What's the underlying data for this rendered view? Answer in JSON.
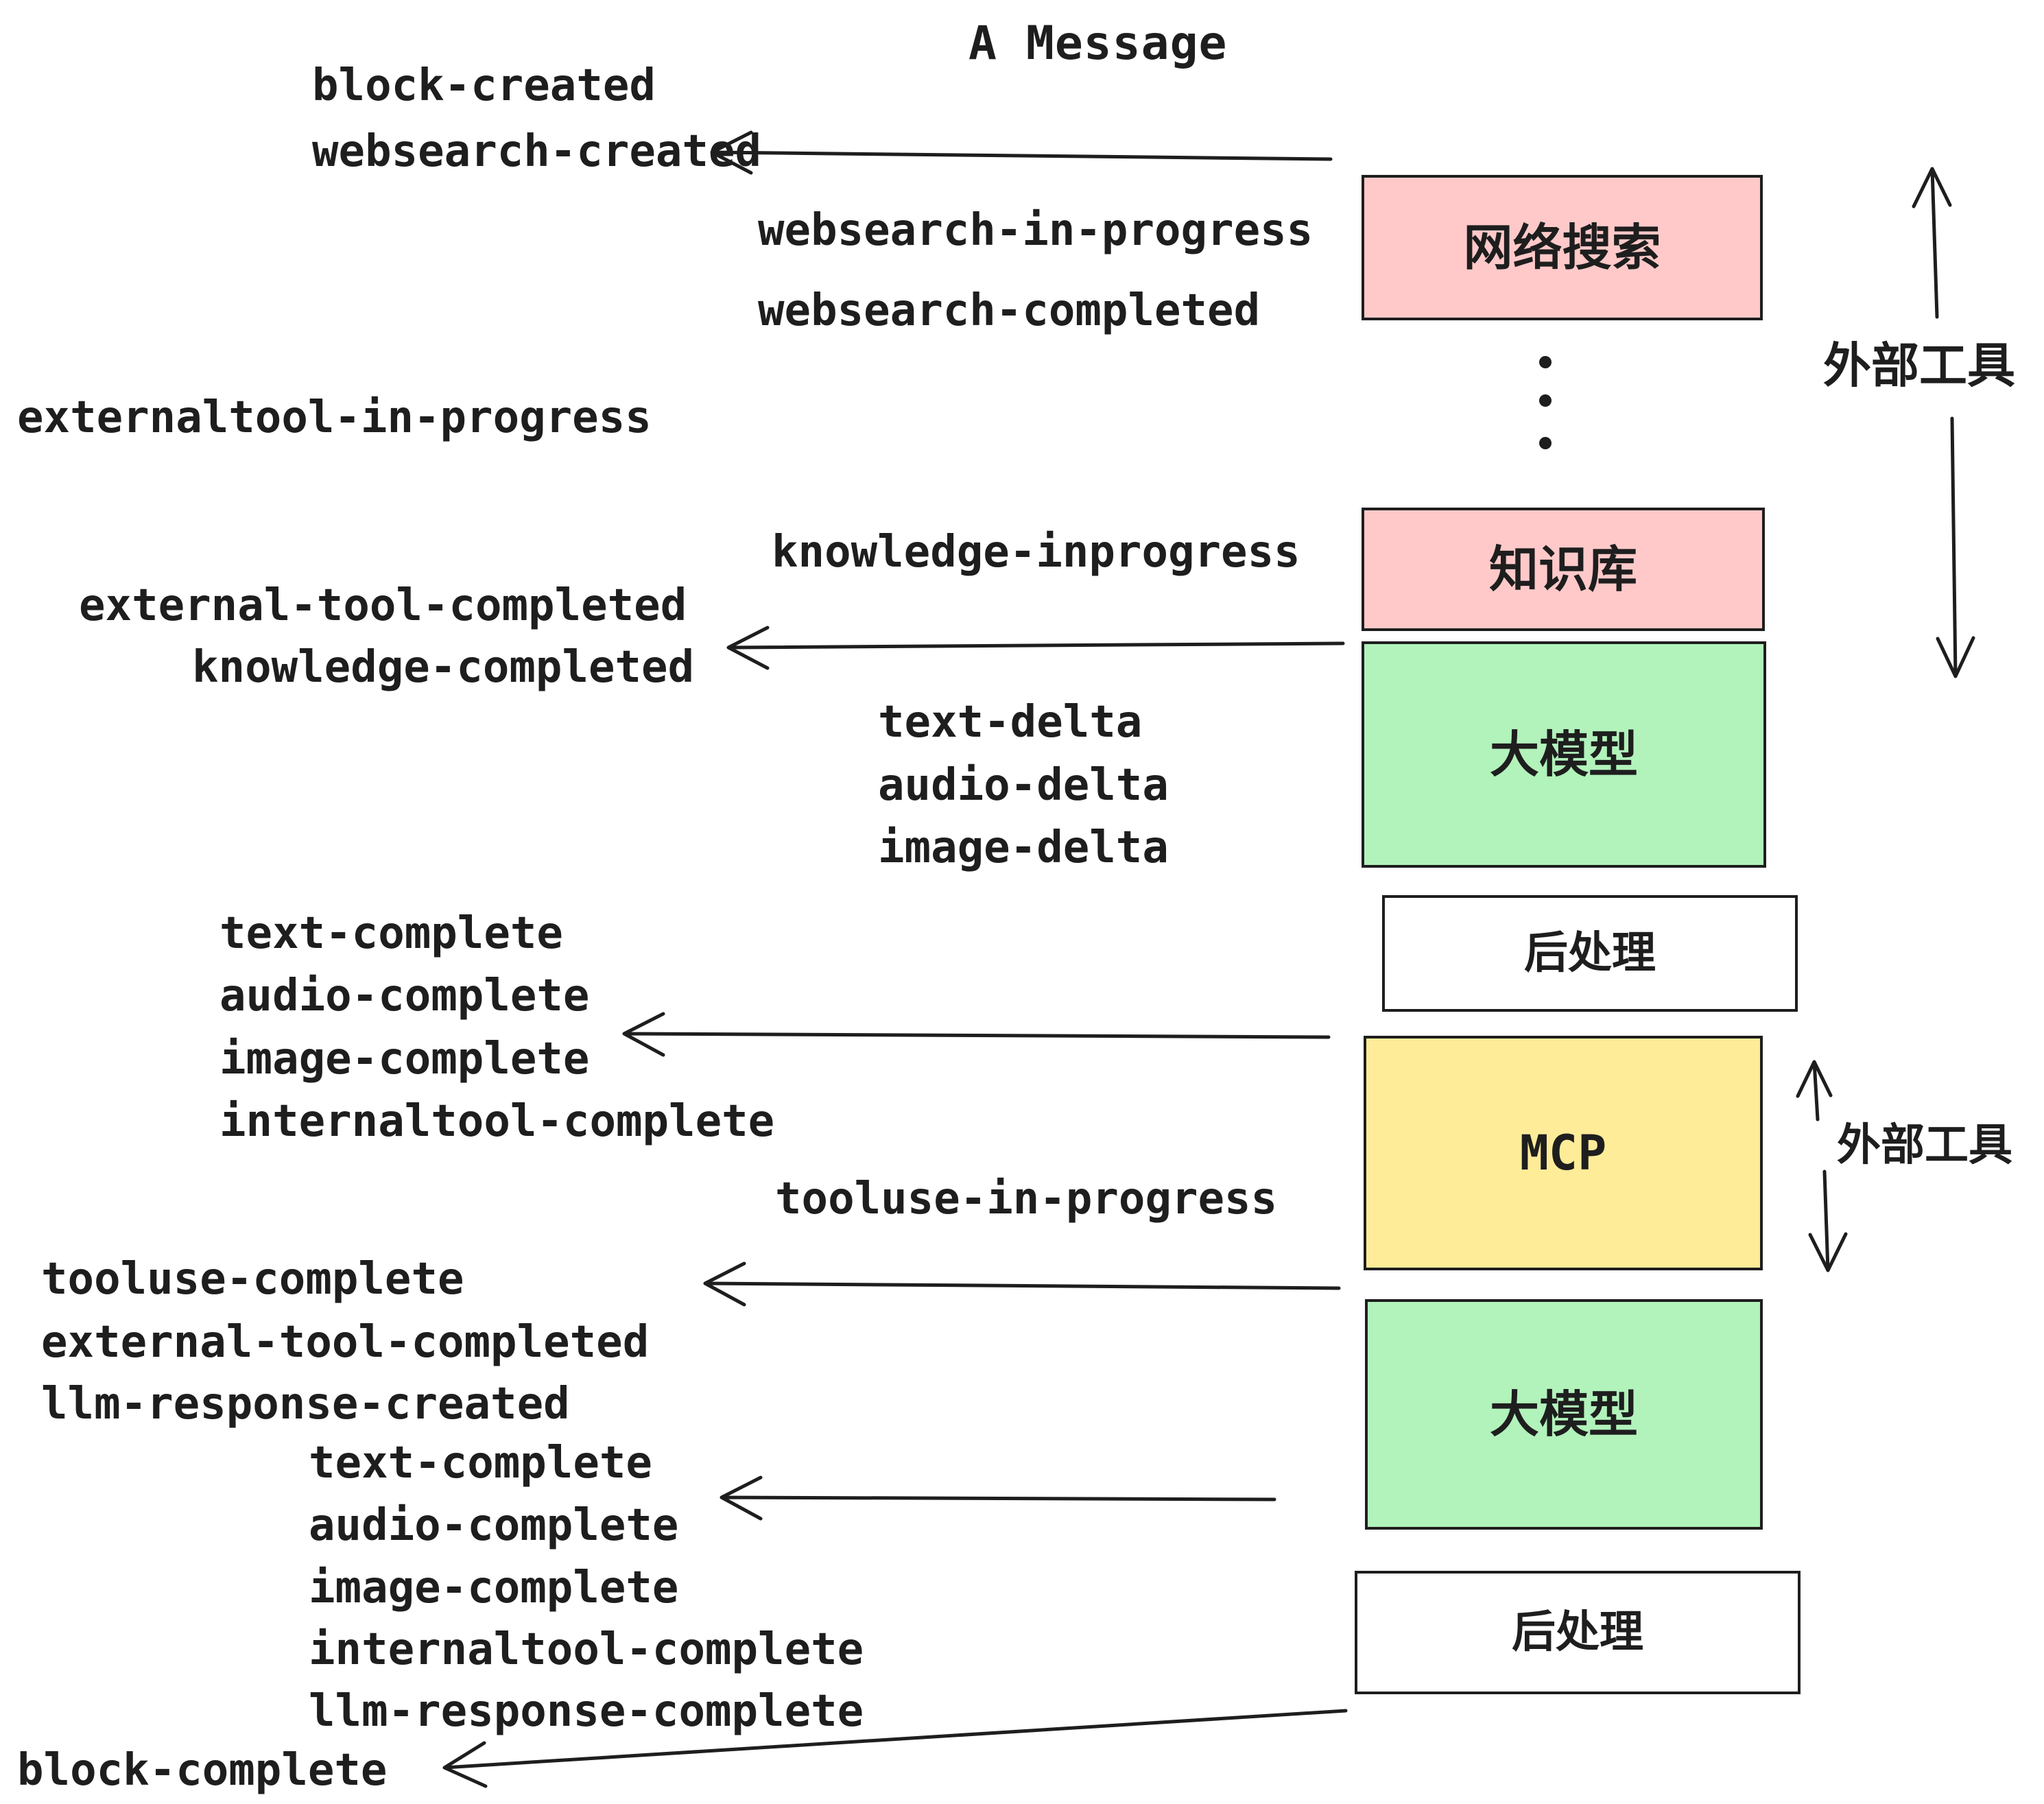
{
  "title": "A Message",
  "event_labels": [
    "block-created",
    "websearch-created",
    "websearch-in-progress",
    "websearch-completed",
    "externaltool-in-progress",
    "knowledge-inprogress",
    "external-tool-completed",
    "knowledge-completed",
    "text-delta",
    "audio-delta",
    "image-delta",
    "text-complete",
    "audio-complete",
    "image-complete",
    "internaltool-complete",
    "tooluse-in-progress",
    "tooluse-complete",
    "external-tool-completed",
    "llm-response-created",
    "text-complete",
    "audio-complete",
    "image-complete",
    "internaltool-complete",
    "llm-response-complete",
    "block-complete"
  ],
  "boxes": [
    {
      "label": "网络搜索",
      "fill": "#ffc9c9"
    },
    {
      "label": "知识库",
      "fill": "#ffc9c9"
    },
    {
      "label": "大模型",
      "fill": "#b2f2bb"
    },
    {
      "label": "后处理",
      "fill": "#ffffff"
    },
    {
      "label": "MCP",
      "fill": "#ffec99"
    },
    {
      "label": "大模型",
      "fill": "#b2f2bb"
    },
    {
      "label": "后处理",
      "fill": "#ffffff"
    }
  ],
  "side_labels": [
    "外部工具",
    "外部工具"
  ],
  "colors": {
    "ink": "#1e1e1e",
    "background": "#ffffff",
    "box_pink": "#ffc9c9",
    "box_green": "#b2f2bb",
    "box_yellow": "#ffec99",
    "box_white": "#ffffff"
  }
}
